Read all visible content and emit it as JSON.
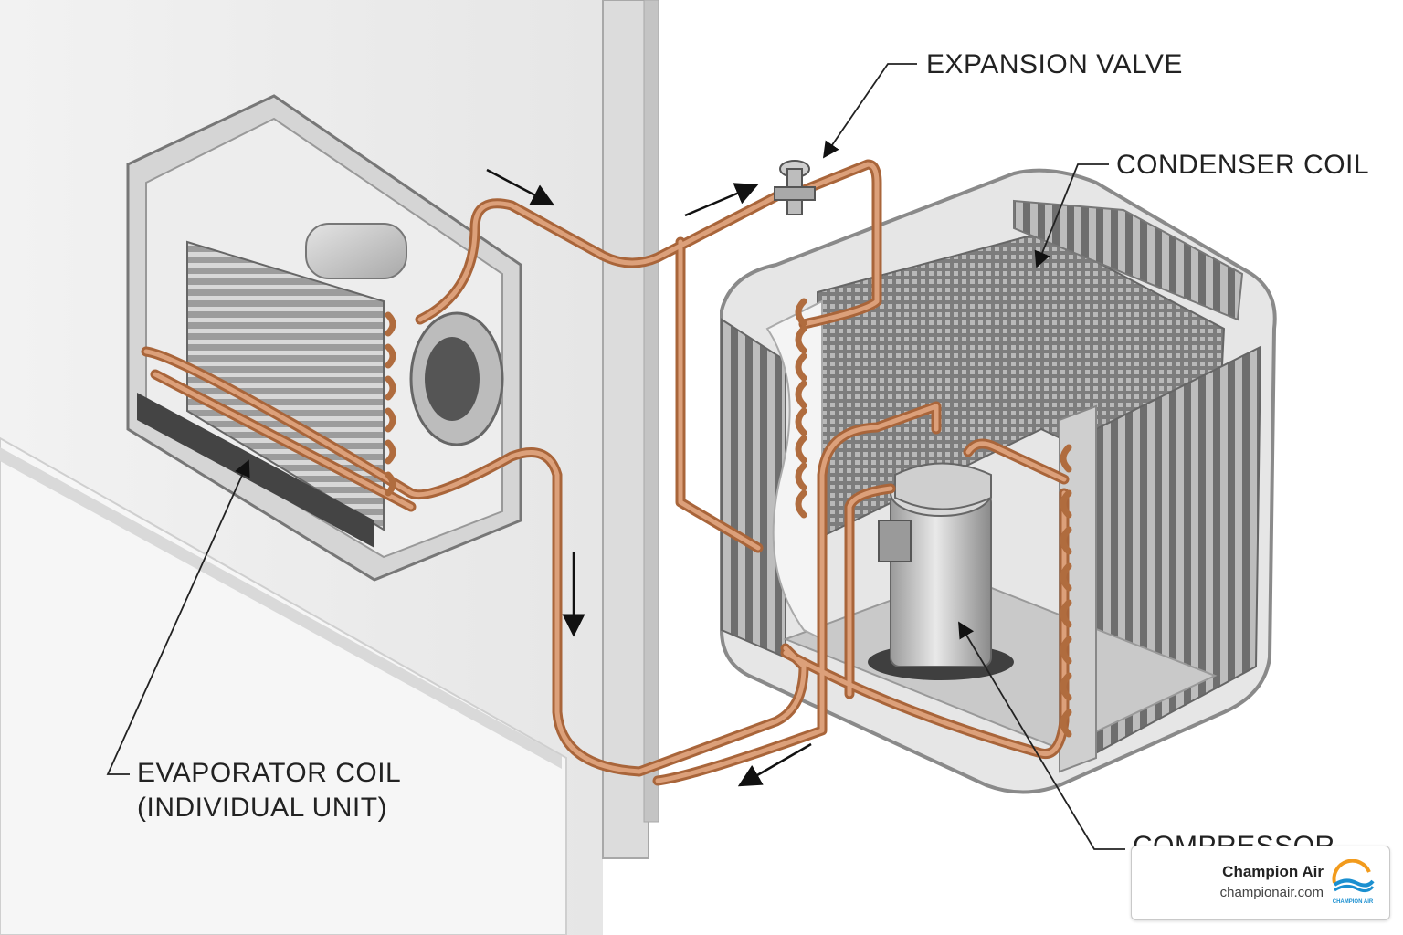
{
  "labels": {
    "expansion_valve": "EXPANSION VALVE",
    "condenser_coil": "CONDENSER COIL",
    "evaporator_line1": "EVAPORATOR COIL",
    "evaporator_line2": "(INDIVIDUAL UNIT)",
    "compressor": "COMPRESSOR"
  },
  "badge": {
    "name": "Champion Air",
    "url": "championair.com",
    "logo_text": "CHAMPION AIR"
  },
  "colors": {
    "copper": "#c98756",
    "copper_dark": "#a9653a",
    "metal": "#c8c8c8",
    "metal_dark": "#8e8e8e",
    "wall": "#ececec",
    "floor": "#f4f4f4",
    "logo_blue": "#1a8fd0",
    "logo_orange": "#f29b1d"
  }
}
